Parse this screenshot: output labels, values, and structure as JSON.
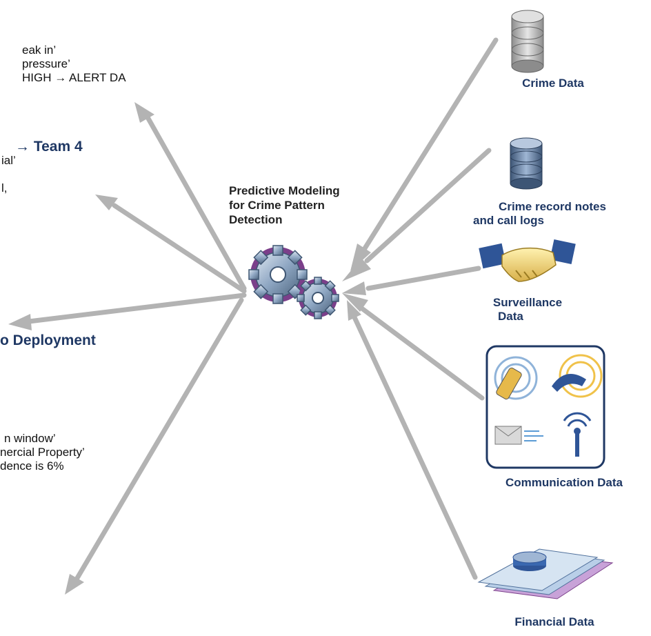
{
  "center": {
    "title_lines": [
      "Predictive Modeling",
      "for Crime Pattern",
      "Detection"
    ],
    "icon": "gears-icon"
  },
  "sources": [
    {
      "id": "crime-data",
      "label_lines": [
        "Crime Data"
      ],
      "icon": "database-icon"
    },
    {
      "id": "crime-record-notes",
      "label_lines": [
        "Crime record notes",
        "and call logs"
      ],
      "icon": "database-icon"
    },
    {
      "id": "surveillance",
      "label_lines": [
        "Surveillance",
        "Data"
      ],
      "icon": "handshake-icon"
    },
    {
      "id": "communication",
      "label_lines": [
        "Communication Data"
      ],
      "icon": "communication-icons"
    },
    {
      "id": "financial",
      "label_lines": [
        "Financial Data"
      ],
      "icon": "money-icon"
    }
  ],
  "outputs": {
    "block1": [
      "eak in’",
      "pressure’",
      "HIGH → ALERT DA"
    ],
    "block2_heading": "→ Team 4",
    "block2": [
      "ial’",
      "",
      "l,"
    ],
    "block3_heading": "o Deployment",
    "block4": [
      "n window’",
      "nercial Property’",
      "dence is  6%"
    ]
  },
  "colors": {
    "arrow": "#b3b3b3",
    "label": "#1f3864",
    "frame": "#1f3864"
  }
}
